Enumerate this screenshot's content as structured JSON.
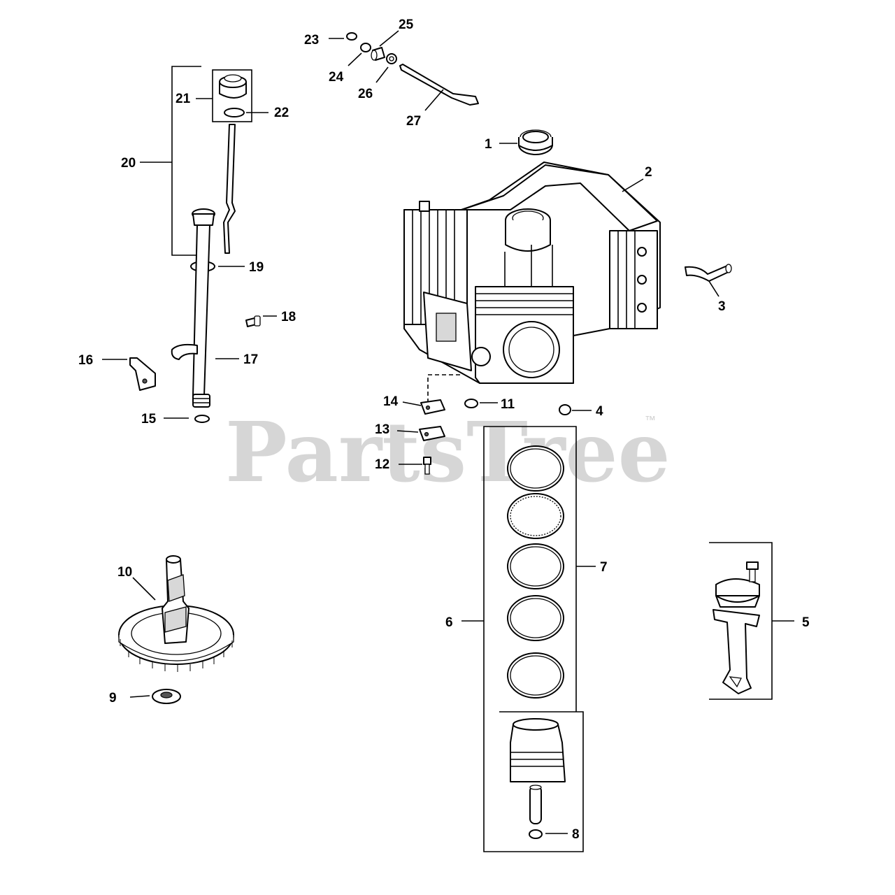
{
  "watermark": {
    "text": "PartsTree",
    "mark": "™"
  },
  "callouts": [
    {
      "id": "1",
      "label": "1"
    },
    {
      "id": "2",
      "label": "2"
    },
    {
      "id": "3",
      "label": "3"
    },
    {
      "id": "4",
      "label": "4"
    },
    {
      "id": "5",
      "label": "5"
    },
    {
      "id": "6",
      "label": "6"
    },
    {
      "id": "7",
      "label": "7"
    },
    {
      "id": "8",
      "label": "8"
    },
    {
      "id": "9",
      "label": "9"
    },
    {
      "id": "10",
      "label": "10"
    },
    {
      "id": "11",
      "label": "11"
    },
    {
      "id": "12",
      "label": "12"
    },
    {
      "id": "13",
      "label": "13"
    },
    {
      "id": "14",
      "label": "14"
    },
    {
      "id": "15",
      "label": "15"
    },
    {
      "id": "16",
      "label": "16"
    },
    {
      "id": "17",
      "label": "17"
    },
    {
      "id": "18",
      "label": "18"
    },
    {
      "id": "19",
      "label": "19"
    },
    {
      "id": "20",
      "label": "20"
    },
    {
      "id": "21",
      "label": "21"
    },
    {
      "id": "22",
      "label": "22"
    },
    {
      "id": "23",
      "label": "23"
    },
    {
      "id": "24",
      "label": "24"
    },
    {
      "id": "25",
      "label": "25"
    },
    {
      "id": "26",
      "label": "26"
    },
    {
      "id": "27",
      "label": "27"
    }
  ]
}
